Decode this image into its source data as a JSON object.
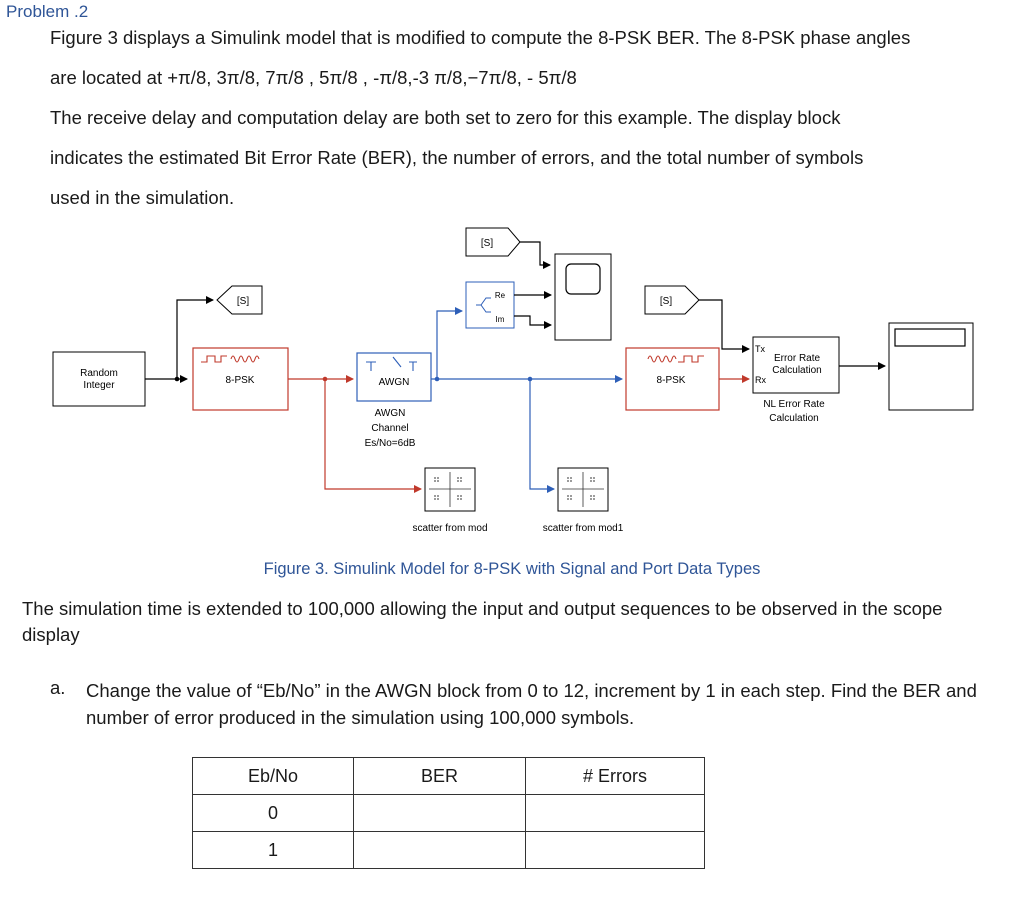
{
  "problem_label": "Problem .2",
  "intro": {
    "line1": "Figure 3 displays a Simulink model that is modified to compute the 8-PSK BER. The 8-PSK phase angles",
    "line2": "are located at +π/8, 3π/8, 7π/8 , 5π/8 , -π/8,-3 π/8,−7π/8, - 5π/8",
    "line3": "The receive delay and computation delay are both set to zero for this example. The display block",
    "line4": "indicates the estimated Bit Error Rate (BER), the number of errors, and the total number of symbols",
    "line5": "used in the simulation."
  },
  "diagram": {
    "random_integer": [
      "Random",
      "Integer"
    ],
    "modulator": "8-PSK",
    "awgn_block": "AWGN",
    "awgn_caption": [
      "AWGN",
      "Channel",
      "Es/No=6dB"
    ],
    "demodulator": "8-PSK",
    "goto_tag": "[S]",
    "re_label": "Re",
    "im_label": "Im",
    "error_rate": {
      "tx": "Tx",
      "rx": "Rx",
      "title": [
        "Error Rate",
        "Calculation"
      ],
      "caption": [
        "NL Error Rate",
        "Calculation"
      ]
    },
    "scatter1_caption": "scatter from mod",
    "scatter2_caption": "scatter from mod1",
    "colors": {
      "red_line": "#c0392b",
      "blue_line": "#2e5fb8",
      "black_line": "#000000"
    }
  },
  "caption": "Figure 3. Simulink Model for 8-PSK with Signal and Port Data Types",
  "sim_text": "The simulation time is extended to 100,000 allowing the input and output sequences to be observed in the scope display",
  "question": {
    "letter": "a.",
    "text": "Change the value of “Eb/No” in the AWGN block from 0 to 12, increment by 1 in each step. Find the BER and number of error produced in the simulation using 100,000 symbols."
  },
  "table": {
    "headers": [
      "Eb/No",
      "BER",
      "# Errors"
    ],
    "rows": [
      [
        "0",
        "",
        ""
      ],
      [
        "1",
        "",
        ""
      ]
    ]
  }
}
